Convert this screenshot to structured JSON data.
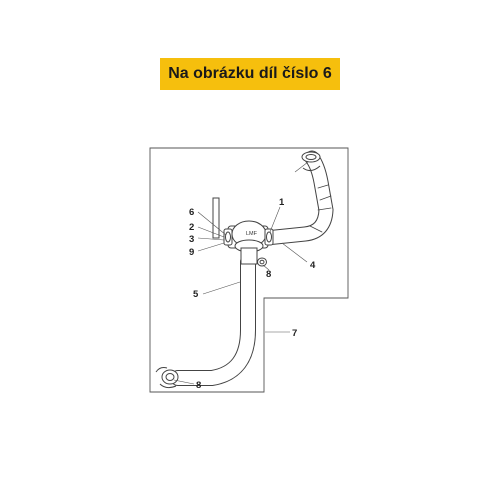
{
  "banner": {
    "text": "Na obrázku díl číslo 6",
    "background": "#f6bf0d"
  },
  "diagram": {
    "hose_label": "LMF",
    "callouts": [
      "1",
      "2",
      "3",
      "4",
      "5",
      "6",
      "7",
      "8",
      "8",
      "9"
    ]
  }
}
